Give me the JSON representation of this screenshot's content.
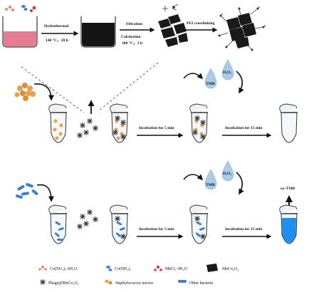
{
  "colors": {
    "pink_solution": "#e77b92",
    "black_solution": "#141414",
    "staph": "#e6a24a",
    "other_bacteria": "#3b7fd0",
    "tmb_drop": "#a8cbe8",
    "blue_product": "#1e8ef0",
    "arrow": "#111111",
    "tube_outline": "#333333"
  },
  "synthesis": {
    "hydrothermal": "Hydrothermal",
    "hydro_conditions": "140 °C，20 h",
    "filtration": "Filtration",
    "calcination": "Calcination",
    "calc_conditions": "300 °C，3 h",
    "pei": "PEI crosslinking"
  },
  "row1": {
    "step1": "Incubation for 5 min",
    "step2": "Incubation for 15 min",
    "tmb": "TMB",
    "h2o2": "H₂O₂"
  },
  "row2": {
    "step1": "Incubation for 5 min",
    "step2": "Incubation for 15 min",
    "tmb": "TMB",
    "h2o2": "H₂O₂",
    "product": "ox-TMB"
  },
  "legend": {
    "cobalt_nitrate": "Co(NO₃)₂·6H₂O",
    "cobalt_amine": "Co(NH₂)₂",
    "mncl": "MnCl₂·4H₂O",
    "mnco": "MnCo₂O₄",
    "phage": "Phage@MnCo₂O₄",
    "staph": "Staphylococcus aureus",
    "other": "Other bacteria"
  }
}
